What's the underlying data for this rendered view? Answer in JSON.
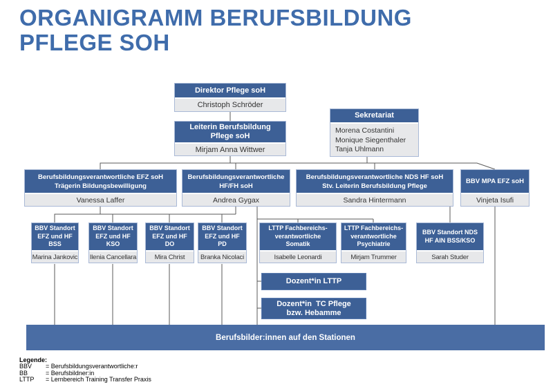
{
  "title": "ORGANIGRAMM BERUFSBILDUNG\nPFLEGE SOH",
  "colors": {
    "title_blue": "#3f6cab",
    "box_header_blue": "#3d6096",
    "box_body_gray": "#e7e8ea",
    "bottom_bar_blue": "#4a6da4",
    "connector_gray": "#595959",
    "box_border": "#a9b9d6"
  },
  "nodes": {
    "direktor": {
      "role": "Direktor Pflege soH",
      "person": "Christoph Schröder"
    },
    "leiterin": {
      "role": "Leiterin Berufsbildung\nPflege soH",
      "person": "Mirjam Anna Wittwer"
    },
    "sekretariat": {
      "role": "Sekretariat",
      "members": [
        "Morena Costantini",
        "Monique Siegenthaler",
        "Tanja Uhlmann"
      ]
    },
    "bbv_efz": {
      "role": "Berufsbildungsverantwortliche EFZ soH\nTrägerin Bildungsbewilligung",
      "person": "Vanessa Laffer"
    },
    "bbv_hf_fh": {
      "role": "Berufsbildungsverantwortliche\nHF/FH soH",
      "person": "Andrea Gygax"
    },
    "bbv_nds": {
      "role": "Berufsbildungsverantwortliche NDS HF soH\nStv. Leiterin Berufsbildung Pflege",
      "person": "Sandra Hintermann"
    },
    "bbv_mpa": {
      "role": "BBV MPA EFZ soH",
      "person": "Vinjeta Isufi"
    },
    "standort_bss": {
      "role": "BBV Standort\nEFZ und HF\nBSS",
      "person": "Marina Jankovic"
    },
    "standort_kso": {
      "role": "BBV Standort\nEFZ und HF\nKSO",
      "person": "Ilenia Cancellara"
    },
    "standort_do": {
      "role": "BBV Standort\nEFZ und HF\nDO",
      "person": "Mira Christ"
    },
    "standort_pd": {
      "role": "BBV Standort\nEFZ und HF\nPD",
      "person": "Branka Nicolaci"
    },
    "lttp_somatik": {
      "role": "LTTP Fachbereichs-\nverantwortliche\nSomatik",
      "person": "Isabelle Leonardi"
    },
    "lttp_psychiatrie": {
      "role": "LTTP Fachbereichs-\nverantwortliche\nPsychiatrie",
      "person": "Mirjam Trummer"
    },
    "standort_nds": {
      "role": "BBV Standort NDS\nHF AIN BSS/KSO",
      "person": "Sarah Studer"
    },
    "dozent_lttp": {
      "role": "Dozent*in LTTP"
    },
    "dozent_tc": {
      "role": "Dozent*in  TC Pflege\nbzw. Hebamme"
    },
    "stationen": {
      "role": "Berufsbilder:innen auf den Stationen"
    }
  },
  "legend": {
    "heading": "Legende:",
    "entries": [
      {
        "abbr": "BBV",
        "definition": "= Berufsbildungsverantwortliche:r"
      },
      {
        "abbr": "BB",
        "definition": "= Berufsbildner:in"
      },
      {
        "abbr": "LTTP",
        "definition": "= Lernbereich Training Transfer Praxis"
      }
    ]
  }
}
